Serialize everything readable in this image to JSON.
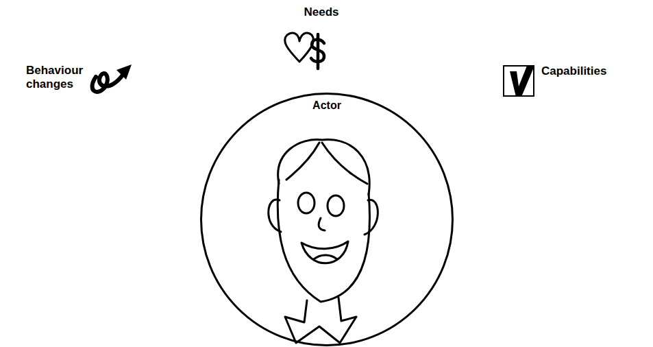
{
  "diagram": {
    "nodes": [
      {
        "text": [
          "Actor"
        ]
      }
    ],
    "labels": [
      "Needs",
      "Behaviour changes",
      "Capabilities"
    ]
  }
}
